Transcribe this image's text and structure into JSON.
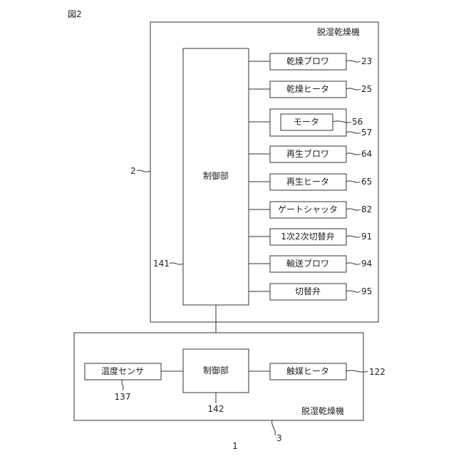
{
  "figure_label": "図2",
  "system_ref": "1",
  "upper_unit": {
    "title": "脱湿乾燥機",
    "ref": "2",
    "controller": {
      "label": "制御部",
      "ref": "141"
    },
    "components": [
      {
        "label": "乾燥ブロワ",
        "ref": "23"
      },
      {
        "label": "乾燥ヒータ",
        "ref": "25"
      },
      {
        "label": "モータ",
        "ref": "56",
        "outer_ref": "57"
      },
      {
        "label": "再生ブロワ",
        "ref": "64"
      },
      {
        "label": "再生ヒータ",
        "ref": "65"
      },
      {
        "label": "ゲートシャッタ",
        "ref": "82"
      },
      {
        "label": "1次2次切替弁",
        "ref": "91"
      },
      {
        "label": "輸送ブロワ",
        "ref": "94"
      },
      {
        "label": "切替弁",
        "ref": "95"
      }
    ]
  },
  "lower_unit": {
    "title": "脱湿乾燥機",
    "ref": "3",
    "controller": {
      "label": "制御部",
      "ref": "142"
    },
    "sensor": {
      "label": "温度センサ",
      "ref": "137"
    },
    "heater": {
      "label": "触媒ヒータ",
      "ref": "122"
    }
  }
}
